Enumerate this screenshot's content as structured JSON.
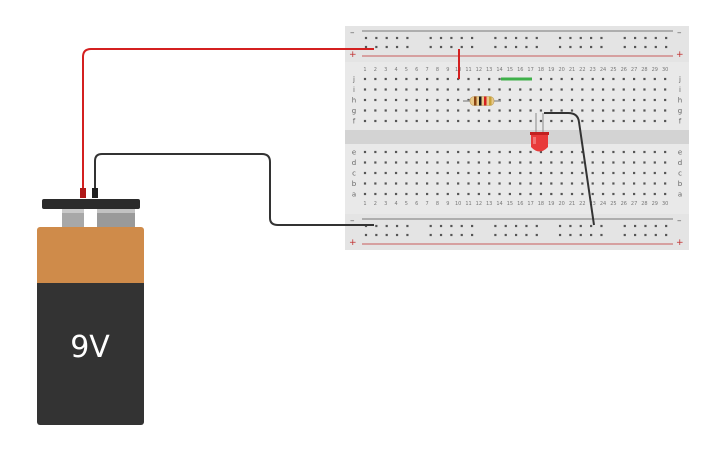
{
  "battery": {
    "label": "9V",
    "colors": {
      "body": "#333333",
      "top": "#cf8b4a",
      "cap": "#2b2b2b",
      "terminal": "#9a9a9a"
    }
  },
  "breadboard": {
    "columns": 30,
    "row_letters_top": [
      "j",
      "i",
      "h",
      "g",
      "f"
    ],
    "row_letters_bottom": [
      "e",
      "d",
      "c",
      "b",
      "a"
    ],
    "rail_plus": "+",
    "rail_minus": "–"
  },
  "wire_colors": {
    "positive": "#d42020",
    "negative": "#333333",
    "jumper": "#3eb049"
  },
  "led_color": "#e83a3a"
}
